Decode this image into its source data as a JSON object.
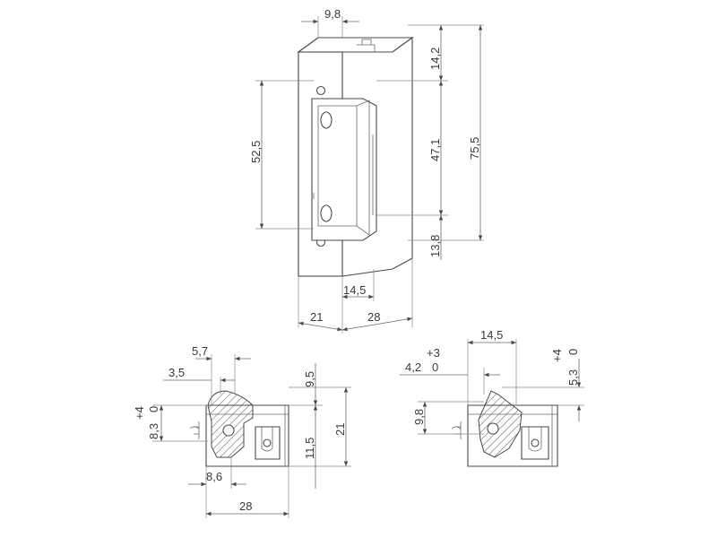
{
  "front_view": {
    "dims": {
      "top_width": "9,8",
      "top_offset": "14,2",
      "strike_length": "52,5",
      "middle_length": "47,1",
      "total_length": "75,5",
      "bottom_offset": "13,8",
      "lip_width": "14,5",
      "plate_width": "21",
      "body_width": "28"
    }
  },
  "section_left": {
    "dims": {
      "top_width": "5,7",
      "small_width": "3,5",
      "adjust_plus": "+4",
      "adjust_zero": "0",
      "adjust_height": "8,3",
      "upper_height": "9,5",
      "lower_height": "11,5",
      "total_height": "21",
      "inner_width": "8,6",
      "total_width": "28"
    }
  },
  "section_right": {
    "dims": {
      "top_width": "14,5",
      "adjust_plus_a": "+3",
      "adjust_value_a": "4,2",
      "adjust_zero_a": "0",
      "adjust_plus_b": "+4",
      "adjust_zero_b": "0",
      "adjust_value_b": "5,3",
      "height": "9,8"
    }
  }
}
